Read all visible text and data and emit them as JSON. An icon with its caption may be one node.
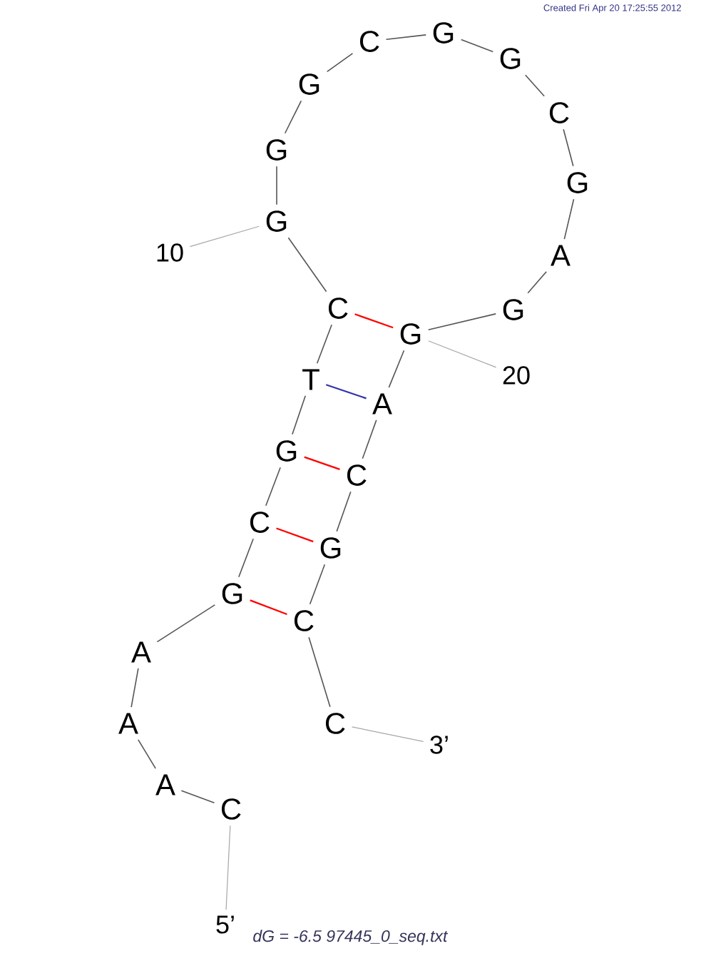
{
  "diagram": {
    "caption": "dG = -6.5 97445_0_seq.txt",
    "nodes": [
      {
        "text": [
          "C"
        ]
      },
      {
        "text": [
          "A"
        ]
      },
      {
        "text": [
          "A"
        ]
      },
      {
        "text": [
          "A"
        ]
      },
      {
        "text": [
          "G"
        ]
      },
      {
        "text": [
          "C"
        ]
      },
      {
        "text": [
          "G"
        ]
      },
      {
        "text": [
          "T"
        ]
      },
      {
        "text": [
          "C"
        ]
      },
      {
        "text": [
          "G"
        ]
      },
      {
        "text": [
          "G"
        ]
      },
      {
        "text": [
          "G"
        ]
      },
      {
        "text": [
          "C"
        ]
      },
      {
        "text": [
          "G"
        ]
      },
      {
        "text": [
          "G"
        ]
      },
      {
        "text": [
          "C"
        ]
      },
      {
        "text": [
          "G"
        ]
      },
      {
        "text": [
          "A"
        ]
      },
      {
        "text": [
          "G"
        ]
      },
      {
        "text": [
          "G"
        ]
      },
      {
        "text": [
          "A"
        ]
      },
      {
        "text": [
          "C"
        ]
      },
      {
        "text": [
          "G"
        ]
      },
      {
        "text": [
          "C"
        ]
      },
      {
        "text": [
          "C"
        ]
      },
      {
        "text": [
          "5’"
        ]
      },
      {
        "text": [
          "3’"
        ]
      },
      {
        "text": [
          "10"
        ]
      },
      {
        "text": [
          "20"
        ]
      }
    ],
    "edges": [
      {
        "from": 0,
        "to": 1,
        "arrow": "none"
      },
      {
        "from": 1,
        "to": 2,
        "arrow": "none"
      },
      {
        "from": 2,
        "to": 3,
        "arrow": "none"
      },
      {
        "from": 3,
        "to": 4,
        "arrow": "none"
      },
      {
        "from": 4,
        "to": 5,
        "arrow": "none"
      },
      {
        "from": 5,
        "to": 6,
        "arrow": "none"
      },
      {
        "from": 6,
        "to": 7,
        "arrow": "none"
      },
      {
        "from": 7,
        "to": 8,
        "arrow": "none"
      },
      {
        "from": 8,
        "to": 9,
        "arrow": "none"
      },
      {
        "from": 9,
        "to": 10,
        "arrow": "none"
      },
      {
        "from": 10,
        "to": 11,
        "arrow": "none"
      },
      {
        "from": 11,
        "to": 12,
        "arrow": "none"
      },
      {
        "from": 12,
        "to": 13,
        "arrow": "none"
      },
      {
        "from": 13,
        "to": 14,
        "arrow": "none"
      },
      {
        "from": 14,
        "to": 15,
        "arrow": "none"
      },
      {
        "from": 15,
        "to": 16,
        "arrow": "none"
      },
      {
        "from": 16,
        "to": 17,
        "arrow": "none"
      },
      {
        "from": 17,
        "to": 18,
        "arrow": "none"
      },
      {
        "from": 18,
        "to": 19,
        "arrow": "none"
      },
      {
        "from": 19,
        "to": 20,
        "arrow": "none"
      },
      {
        "from": 20,
        "to": 21,
        "arrow": "none"
      },
      {
        "from": 21,
        "to": 22,
        "arrow": "none"
      },
      {
        "from": 22,
        "to": 23,
        "arrow": "none"
      },
      {
        "from": 23,
        "to": 24,
        "arrow": "none"
      },
      {
        "from": 25,
        "to": 0,
        "arrow": "none",
        "color": "#a6a6a6"
      },
      {
        "from": 24,
        "to": 26,
        "arrow": "none",
        "color": "#a6a6a6"
      },
      {
        "from": 27,
        "to": 9,
        "arrow": "none",
        "color": "#a6a6a6"
      },
      {
        "from": 28,
        "to": 19,
        "arrow": "none",
        "color": "#a6a6a6"
      },
      {
        "from": 8,
        "to": 19,
        "arrow": "none",
        "color": "#ff0000"
      },
      {
        "from": 7,
        "to": 20,
        "arrow": "none",
        "color": "#3333aa"
      },
      {
        "from": 6,
        "to": 21,
        "arrow": "none",
        "color": "#ff0000"
      },
      {
        "from": 5,
        "to": 22,
        "arrow": "none",
        "color": "#ff0000"
      },
      {
        "from": 4,
        "to": 23,
        "arrow": "none",
        "color": "#ff0000"
      }
    ],
    "labels": [
      "Created Fri Apr 20 17:25:55 2012"
    ]
  }
}
